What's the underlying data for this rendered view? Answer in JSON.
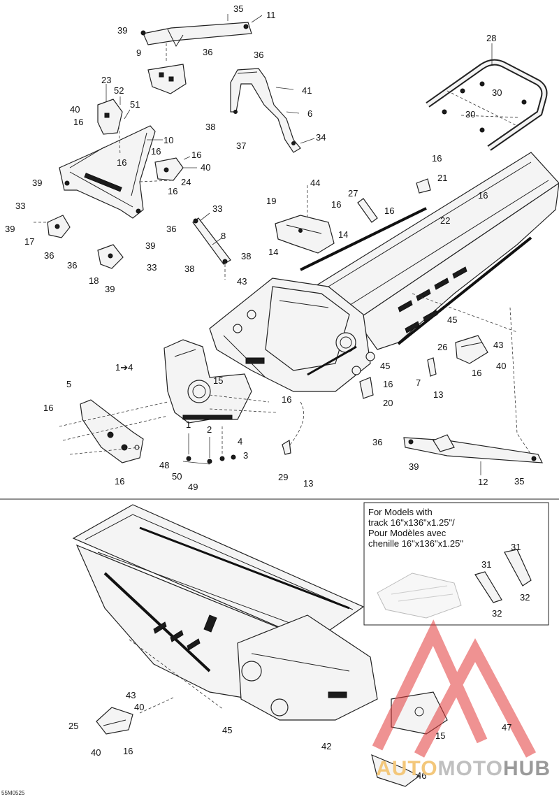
{
  "diagram_code": "55M0525",
  "assembly_range_label": "1➔4",
  "callouts_upper": [
    {
      "id": "c35a",
      "text": "35"
    },
    {
      "id": "c11",
      "text": "11"
    },
    {
      "id": "c39a",
      "text": "39"
    },
    {
      "id": "c36a",
      "text": "36"
    },
    {
      "id": "c9",
      "text": "9"
    },
    {
      "id": "c36b",
      "text": "36"
    },
    {
      "id": "c41",
      "text": "41"
    },
    {
      "id": "c6",
      "text": "6"
    },
    {
      "id": "c38a",
      "text": "38"
    },
    {
      "id": "c37",
      "text": "37"
    },
    {
      "id": "c34",
      "text": "34"
    },
    {
      "id": "c28",
      "text": "28"
    },
    {
      "id": "c30a",
      "text": "30"
    },
    {
      "id": "c30b",
      "text": "30"
    },
    {
      "id": "c23",
      "text": "23"
    },
    {
      "id": "c52",
      "text": "52"
    },
    {
      "id": "c51",
      "text": "51"
    },
    {
      "id": "c40a",
      "text": "40"
    },
    {
      "id": "c16a",
      "text": "16"
    },
    {
      "id": "c10",
      "text": "10"
    },
    {
      "id": "c16b",
      "text": "16"
    },
    {
      "id": "c16c",
      "text": "16"
    },
    {
      "id": "c16d",
      "text": "16"
    },
    {
      "id": "c40b",
      "text": "40"
    },
    {
      "id": "c24",
      "text": "24"
    },
    {
      "id": "c16e",
      "text": "16"
    },
    {
      "id": "c16f",
      "text": "16"
    },
    {
      "id": "c21",
      "text": "21"
    },
    {
      "id": "c39b",
      "text": "39"
    },
    {
      "id": "c33a",
      "text": "33"
    },
    {
      "id": "c39c",
      "text": "39"
    },
    {
      "id": "c17",
      "text": "17"
    },
    {
      "id": "c36c",
      "text": "36"
    },
    {
      "id": "c33b",
      "text": "33"
    },
    {
      "id": "c36d",
      "text": "36"
    },
    {
      "id": "c8",
      "text": "8"
    },
    {
      "id": "c44",
      "text": "44"
    },
    {
      "id": "c27",
      "text": "27"
    },
    {
      "id": "c16g",
      "text": "16"
    },
    {
      "id": "c19",
      "text": "19"
    },
    {
      "id": "c16h",
      "text": "16"
    },
    {
      "id": "c16i",
      "text": "16"
    },
    {
      "id": "c22",
      "text": "22"
    },
    {
      "id": "c14a",
      "text": "14"
    },
    {
      "id": "c14b",
      "text": "14"
    },
    {
      "id": "c39d",
      "text": "39"
    },
    {
      "id": "c36e",
      "text": "36"
    },
    {
      "id": "c33c",
      "text": "33"
    },
    {
      "id": "c38b",
      "text": "38"
    },
    {
      "id": "c38c",
      "text": "38"
    },
    {
      "id": "c18",
      "text": "18"
    },
    {
      "id": "c39e",
      "text": "39"
    },
    {
      "id": "c43a",
      "text": "43"
    },
    {
      "id": "c45a",
      "text": "45"
    },
    {
      "id": "c26",
      "text": "26"
    },
    {
      "id": "c43b",
      "text": "43"
    },
    {
      "id": "c40c",
      "text": "40"
    },
    {
      "id": "c16j",
      "text": "16"
    },
    {
      "id": "c45b",
      "text": "45"
    },
    {
      "id": "c7",
      "text": "7"
    },
    {
      "id": "c16k",
      "text": "16"
    },
    {
      "id": "c13a",
      "text": "13"
    },
    {
      "id": "c20",
      "text": "20"
    },
    {
      "id": "c5",
      "text": "5"
    },
    {
      "id": "c15a",
      "text": "15"
    },
    {
      "id": "c16l",
      "text": "16"
    },
    {
      "id": "c16m",
      "text": "16"
    },
    {
      "id": "c2",
      "text": "2"
    },
    {
      "id": "c1",
      "text": "1"
    },
    {
      "id": "c4",
      "text": "4"
    },
    {
      "id": "c3",
      "text": "3"
    },
    {
      "id": "c48",
      "text": "48"
    },
    {
      "id": "c50",
      "text": "50"
    },
    {
      "id": "c49",
      "text": "49"
    },
    {
      "id": "c16n",
      "text": "16"
    },
    {
      "id": "c29",
      "text": "29"
    },
    {
      "id": "c13b",
      "text": "13"
    },
    {
      "id": "c36f",
      "text": "36"
    },
    {
      "id": "c39f",
      "text": "39"
    },
    {
      "id": "c12",
      "text": "12"
    },
    {
      "id": "c35b",
      "text": "35"
    }
  ],
  "callouts_lower": [
    {
      "id": "l43",
      "text": "43"
    },
    {
      "id": "l40a",
      "text": "40"
    },
    {
      "id": "l25",
      "text": "25"
    },
    {
      "id": "l40b",
      "text": "40"
    },
    {
      "id": "l16",
      "text": "16"
    },
    {
      "id": "l45",
      "text": "45"
    },
    {
      "id": "l42",
      "text": "42"
    },
    {
      "id": "l15",
      "text": "15"
    },
    {
      "id": "l47",
      "text": "47"
    },
    {
      "id": "l46",
      "text": "46"
    },
    {
      "id": "l31a",
      "text": "31"
    },
    {
      "id": "l31b",
      "text": "31"
    },
    {
      "id": "l32a",
      "text": "32"
    },
    {
      "id": "l32b",
      "text": "32"
    }
  ],
  "note": {
    "line1": "For Models with",
    "line2": "track 16\"x136\"x1.25\"/",
    "line3": "Pour Modèles avec",
    "line4": "chenille 16\"x136\"x1.25\""
  },
  "watermark": {
    "part1": "AUTO",
    "part2": "MOTO",
    "part3": "HUB"
  },
  "colors": {
    "watermark_red": "#e23a3a",
    "watermark_orange": "#f3c77a",
    "line": "#222222"
  }
}
